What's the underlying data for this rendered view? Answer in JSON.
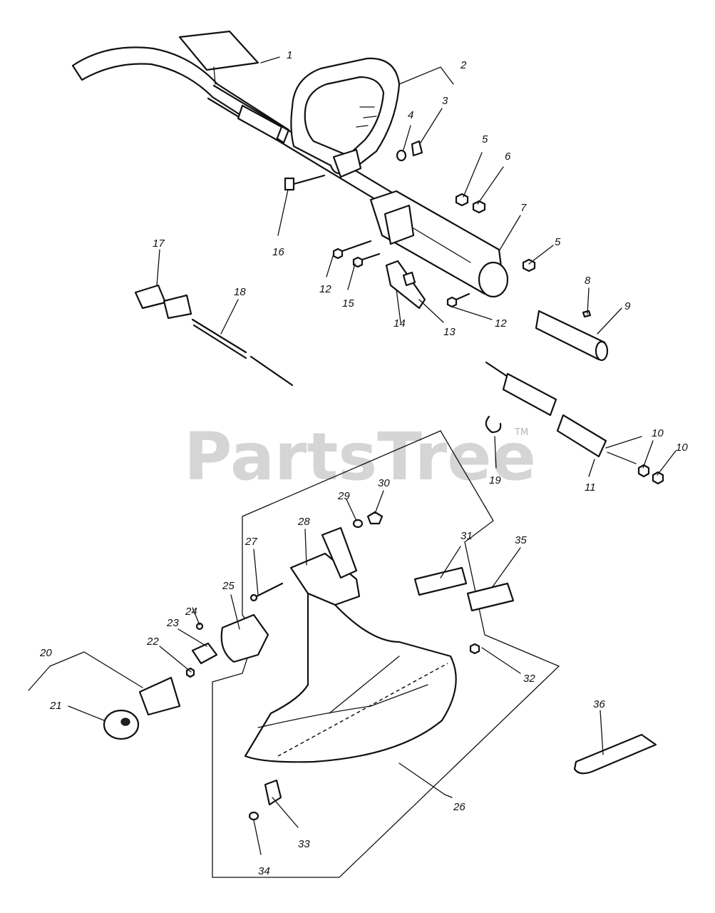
{
  "watermark": {
    "text": "PartsTree",
    "tm": "TM"
  },
  "callouts": [
    "1",
    "2",
    "3",
    "4",
    "5",
    "6",
    "7",
    "5",
    "8",
    "9",
    "10",
    "10",
    "11",
    "12",
    "12",
    "13",
    "14",
    "15",
    "16",
    "17",
    "18",
    "19",
    "20",
    "21",
    "22",
    "23",
    "24",
    "25",
    "26",
    "27",
    "28",
    "29",
    "30",
    "31",
    "32",
    "33",
    "34",
    "35",
    "36"
  ]
}
